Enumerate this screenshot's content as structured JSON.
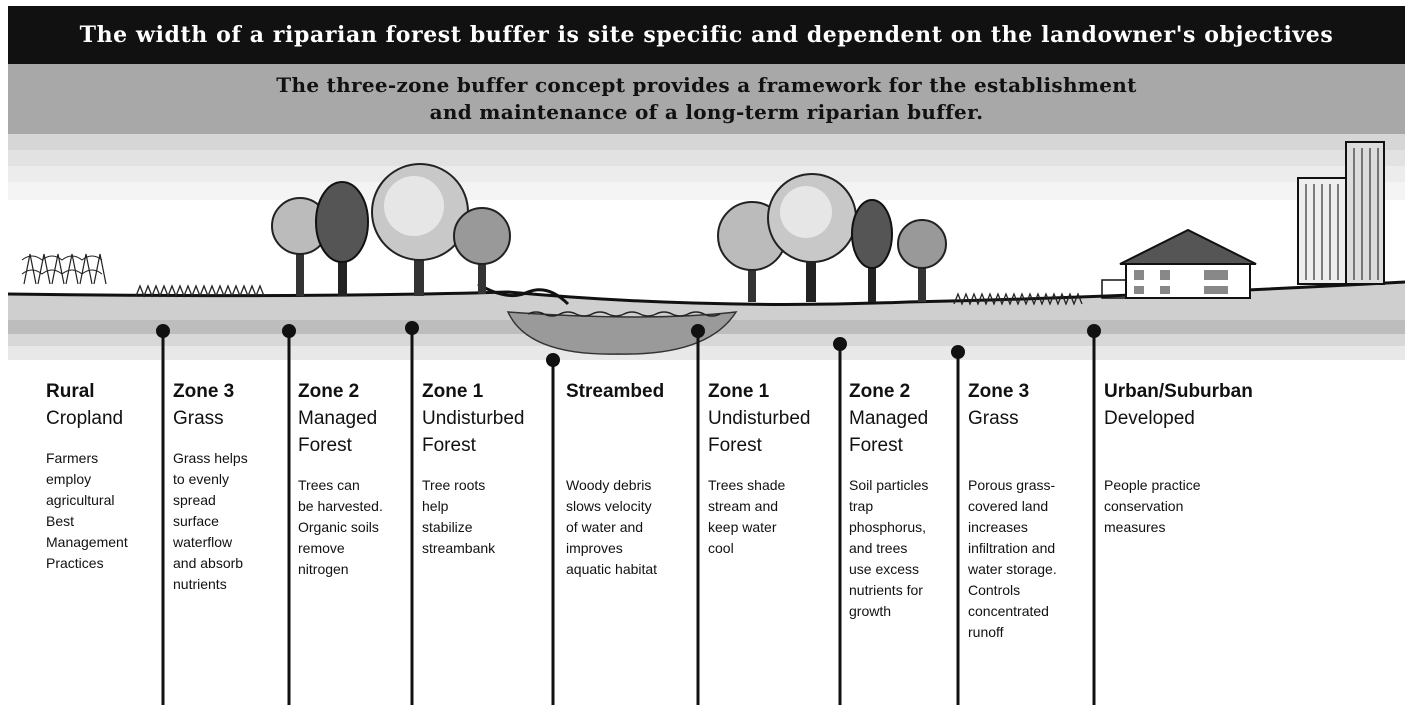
{
  "header": {
    "title": "The width of a riparian forest buffer is site specific and dependent on the landowner's objectives",
    "subtitle_line1": "The three-zone buffer concept provides a framework for the establishment",
    "subtitle_line2": "and maintenance of a long-term riparian buffer."
  },
  "zones": [
    {
      "name": "Rural",
      "sub": "Cropland",
      "desc": "Farmers\nemploy\nagricultural\nBest\nManagement\nPractices"
    },
    {
      "name": "Zone 3",
      "sub": "Grass",
      "desc": "Grass helps\nto evenly\nspread\nsurface\nwaterflow\nand absorb\nnutrients"
    },
    {
      "name": "Zone 2",
      "sub": "Managed\nForest",
      "desc": "Trees can\nbe harvested.\nOrganic soils\nremove\nnitrogen"
    },
    {
      "name": "Zone 1",
      "sub": "Undisturbed\nForest",
      "desc": "Tree roots\nhelp\nstabilize\nstreambank"
    },
    {
      "name": "Streambed",
      "sub": "",
      "desc": "Woody debris\nslows velocity\nof water and\nimproves\naquatic habitat"
    },
    {
      "name": "Zone 1",
      "sub": "Undisturbed\nForest",
      "desc": "Trees shade\nstream and\nkeep water\ncool"
    },
    {
      "name": "Zone 2",
      "sub": "Managed\nForest",
      "desc": "Soil particles\ntrap\nphosphorus,\nand trees\nuse excess\nnutrients for\ngrowth"
    },
    {
      "name": "Zone 3",
      "sub": "Grass",
      "desc": "Porous grass-\ncovered land\nincreases\ninfiltration and\nwater storage.\nControls\nconcentrated\nrunoff"
    },
    {
      "name": "Urban/Suburban",
      "sub": "Developed",
      "desc": "People practice\nconservation\nmeasures"
    }
  ],
  "colors": {
    "title_bg": "#111111",
    "subtitle_bg": "#a8a8a8",
    "ground": "#bdbdbd",
    "water": "#9a9a9a"
  }
}
